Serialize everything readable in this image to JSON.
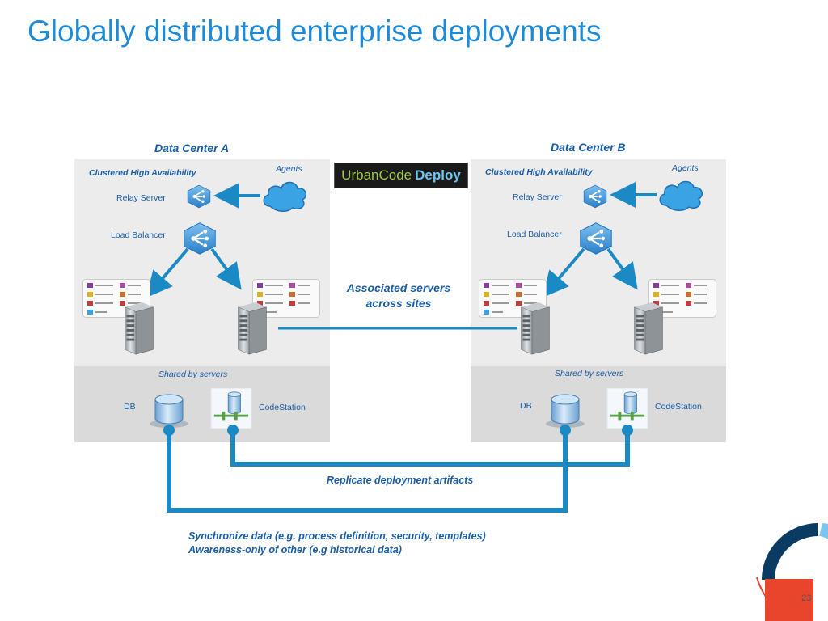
{
  "slide": {
    "title": "Globally distributed enterprise deployments",
    "page_number": "23"
  },
  "logo": {
    "part1": "UrbanCode",
    "part2": "Deploy"
  },
  "data_center_a": {
    "label": "Data Center A",
    "clustered": "Clustered High Availability",
    "agents": "Agents",
    "relay_server": "Relay Server",
    "load_balancer": "Load Balancer",
    "shared": "Shared by servers",
    "db": "DB",
    "codestation": "CodeStation"
  },
  "data_center_b": {
    "label": "Data Center B",
    "clustered": "Clustered High Availability",
    "agents": "Agents",
    "relay_server": "Relay Server",
    "load_balancer": "Load Balancer",
    "shared": "Shared by servers",
    "db": "DB",
    "codestation": "CodeStation"
  },
  "associated": {
    "line1": "Associated servers",
    "line2": "across sites"
  },
  "replicate": "Replicate  deployment artifacts",
  "notes": {
    "line1": "Synchronize data (e.g. process definition, security, templates)",
    "line2": "Awareness-only of other (e.g historical data)"
  },
  "colors": {
    "title": "#1e8ad6",
    "text": "#1a5ea8",
    "connector": "#1b8ac4",
    "panel_top": "#ececec",
    "panel_bottom": "#dadada",
    "arc_dark": "#0b3a63",
    "arc_light": "#7dc4ee",
    "arc_red": "#e8452c"
  }
}
